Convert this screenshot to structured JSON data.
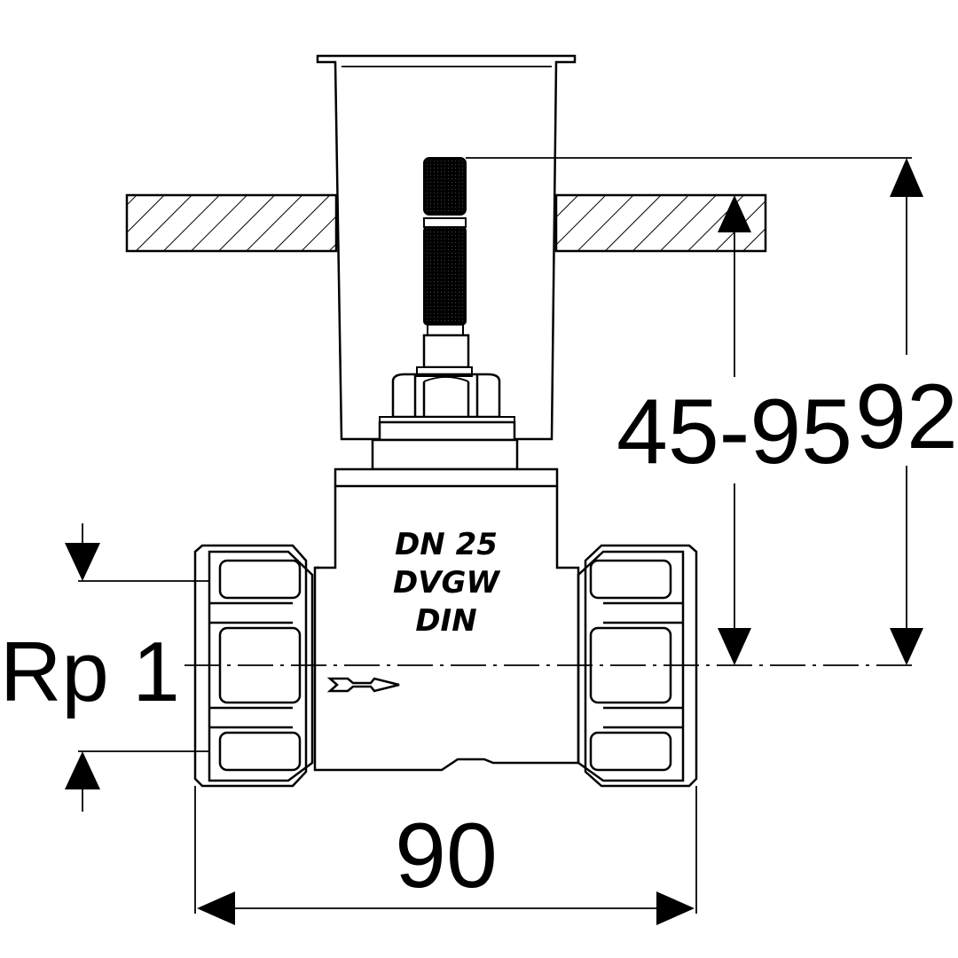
{
  "drawing": {
    "title": "Valve body technical drawing",
    "dimensions": {
      "thread": "Rp 1",
      "length": "90",
      "height": "92",
      "wall_range": "45-95"
    },
    "body_markings": {
      "line1": "DN 25",
      "line2": "DVGW",
      "line3": "DIN"
    },
    "colors": {
      "ink": "#000000",
      "paper": "#ffffff"
    }
  }
}
